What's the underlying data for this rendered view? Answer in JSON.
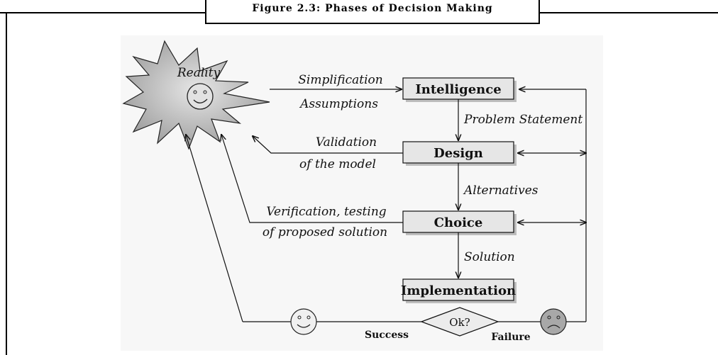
{
  "caption": "Figure 2.3: Phases of Decision Making",
  "nodes": {
    "reality": "Reality",
    "intelligence": "Intelligence",
    "design": "Design",
    "choice": "Choice",
    "implementation": "Implementation",
    "decision": "Ok?"
  },
  "edges": {
    "simplification": "Simplification",
    "assumptions": "Assumptions",
    "problem_statement": "Problem Statement",
    "validation": "Validation",
    "of_model": "of the model",
    "alternatives": "Alternatives",
    "verification": "Verification, testing",
    "proposed_solution": "of proposed solution",
    "solution": "Solution",
    "success": "Success",
    "failure": "Failure"
  }
}
